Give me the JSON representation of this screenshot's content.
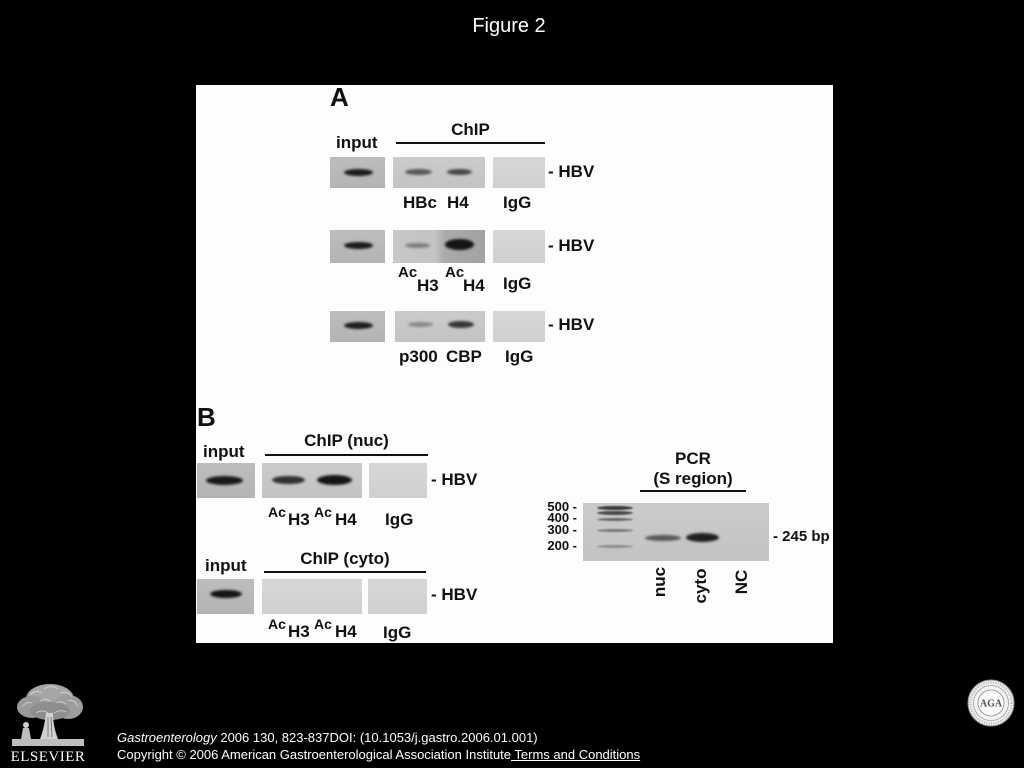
{
  "slide": {
    "title": "Figure 2"
  },
  "figure": {
    "panel_a": {
      "label": "A",
      "input_label": "input",
      "chip_label": "ChIP",
      "rows": [
        {
          "marker": "- HBV",
          "lanes": [
            {
              "text": "HBc"
            },
            {
              "text": "H4"
            },
            {
              "text": "IgG"
            }
          ]
        },
        {
          "marker": "- HBV",
          "lanes": [
            {
              "prefix": "Ac",
              "text": "H3"
            },
            {
              "prefix": "Ac",
              "text": "H4"
            },
            {
              "text": "IgG"
            }
          ]
        },
        {
          "marker": "- HBV",
          "lanes": [
            {
              "text": "p300"
            },
            {
              "text": "CBP"
            },
            {
              "text": "IgG"
            }
          ]
        }
      ]
    },
    "panel_b": {
      "label": "B",
      "rows": [
        {
          "input_label": "input",
          "chip_label": "ChIP (nuc)",
          "marker": "- HBV",
          "lanes": [
            {
              "prefix": "Ac",
              "text": "H3"
            },
            {
              "prefix": "Ac",
              "text": "H4"
            },
            {
              "text": "IgG"
            }
          ]
        },
        {
          "input_label": "input",
          "chip_label": "ChIP (cyto)",
          "marker": "- HBV",
          "lanes": [
            {
              "prefix": "Ac",
              "text": "H3"
            },
            {
              "prefix": "Ac",
              "text": "H4"
            },
            {
              "text": "IgG"
            }
          ]
        }
      ],
      "pcr": {
        "title": "PCR",
        "subtitle": "(S region)",
        "size_markers": [
          "500 -",
          "400 -",
          "300 -",
          "200 -"
        ],
        "product_marker": "- 245 bp",
        "lanes": [
          "nuc",
          "cyto",
          "NC"
        ]
      }
    }
  },
  "footer": {
    "journal": "Gastroenterology",
    "citation": " 2006 130, 823-837DOI: (10.1053/j.gastro.2006.01.001)",
    "copyright": "Copyright © 2006 American Gastroenterological Association Institute",
    "terms_link": " Terms and Conditions"
  },
  "logos": {
    "publisher": "ELSEVIER",
    "society_seal": "AGA"
  }
}
